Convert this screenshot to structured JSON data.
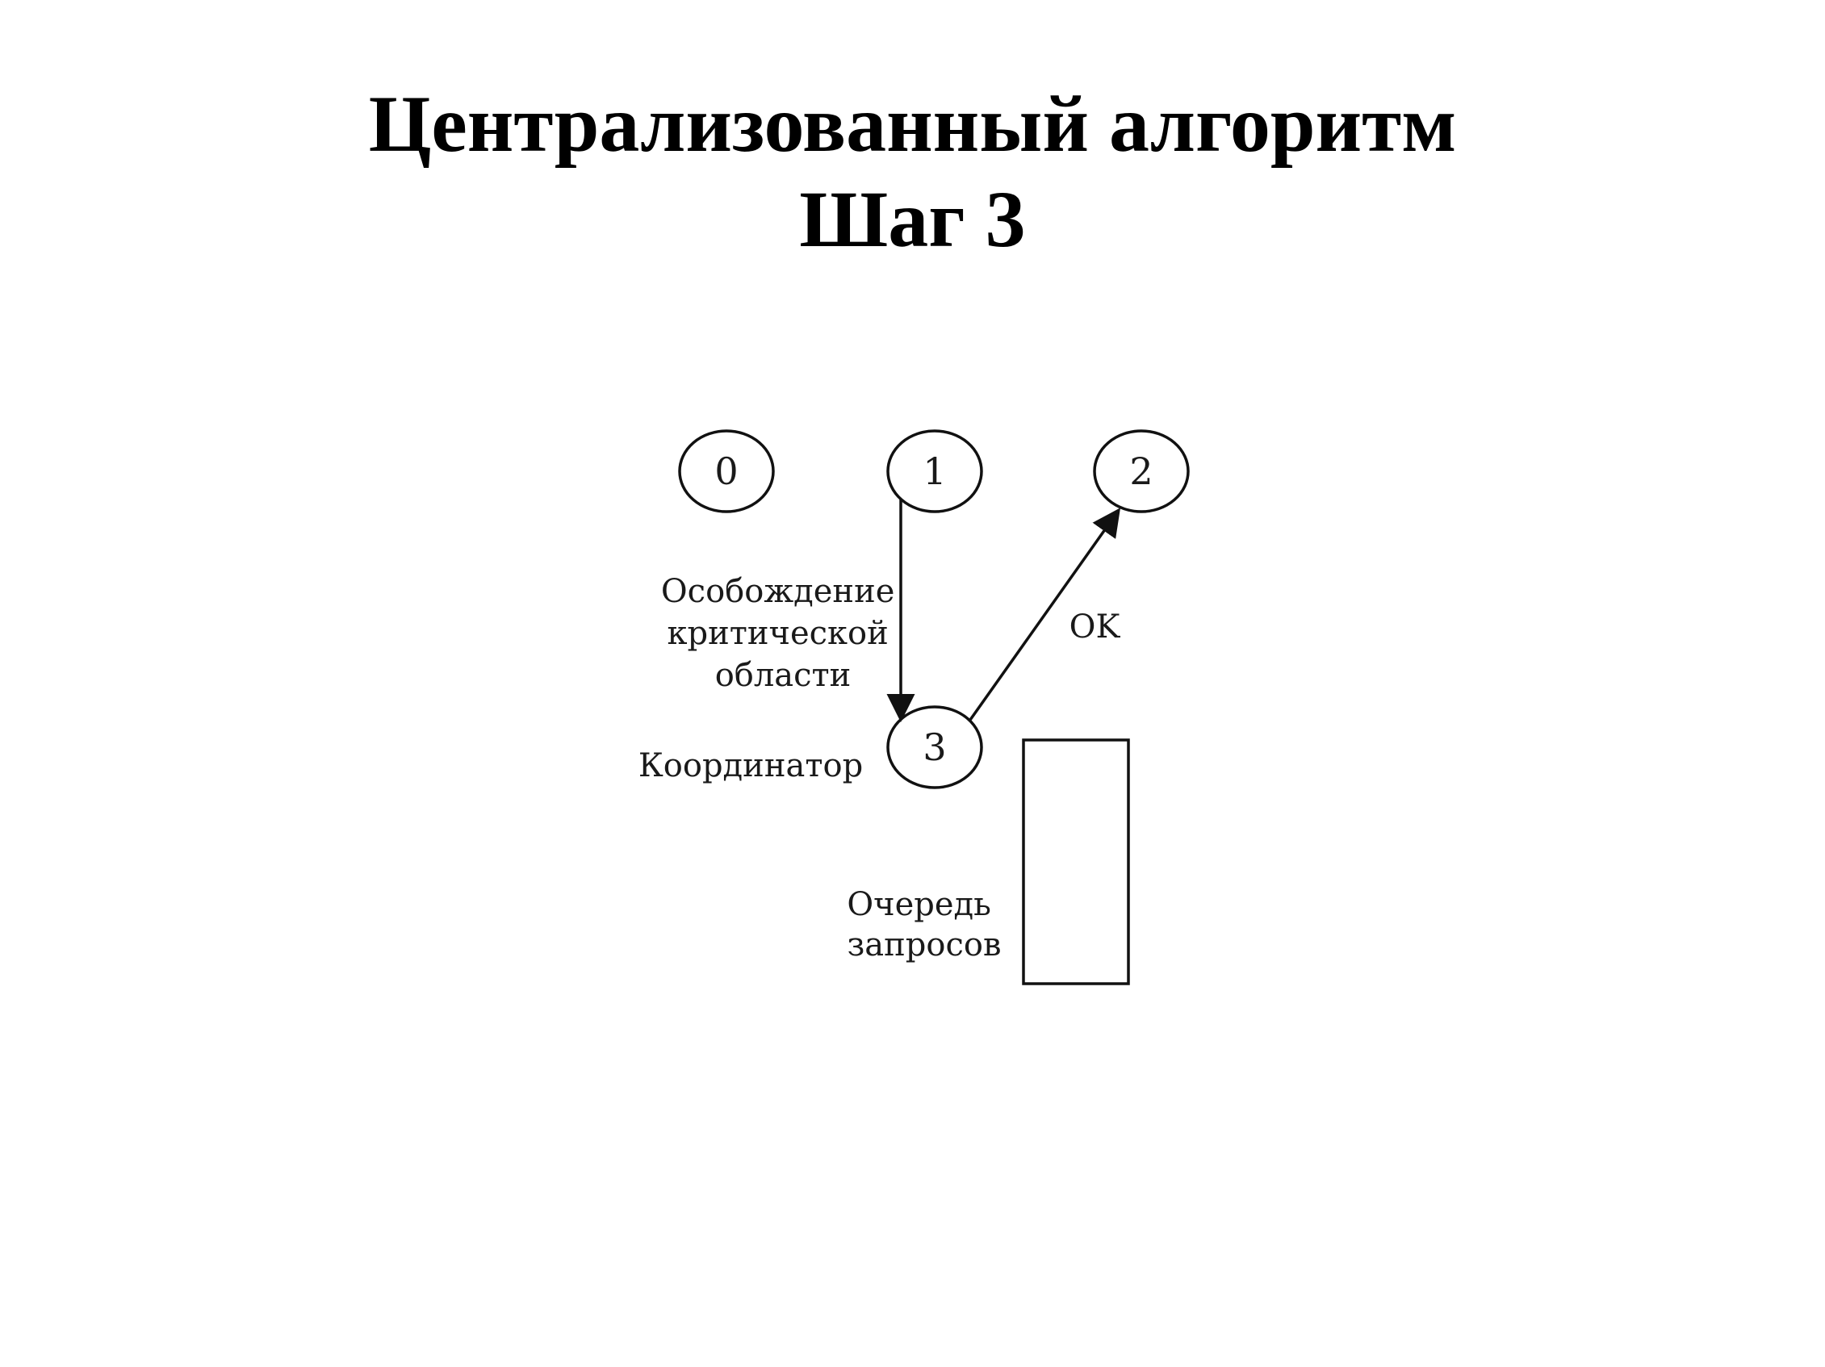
{
  "slide": {
    "title_line1": "Централизованный алгоритм",
    "title_line2": "Шаг 3"
  },
  "diagram": {
    "nodes": [
      {
        "id": "0",
        "label": "0"
      },
      {
        "id": "1",
        "label": "1"
      },
      {
        "id": "2",
        "label": "2"
      },
      {
        "id": "3",
        "label": "3"
      }
    ],
    "edges": [
      {
        "from": "1",
        "to": "3",
        "label_lines": [
          "Особождение",
          "критической",
          "области"
        ]
      },
      {
        "from": "3",
        "to": "2",
        "label": "OK"
      }
    ],
    "coordinator_label": "Координатор",
    "queue_label_lines": [
      "Очередь",
      "запросов"
    ],
    "colors": {
      "stroke": "#111111",
      "background": "#ffffff"
    }
  }
}
